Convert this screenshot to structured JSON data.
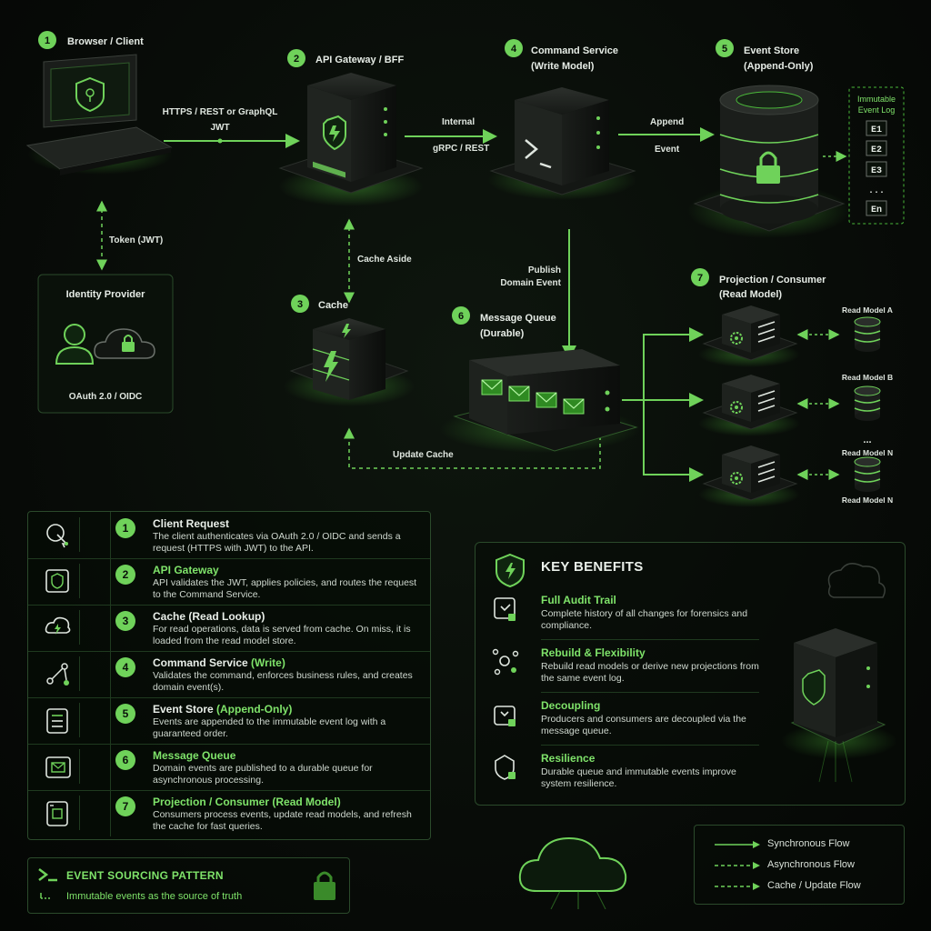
{
  "diagram": {
    "nodes": {
      "browser": {
        "num": "1",
        "title": "Browser / Client"
      },
      "gateway": {
        "num": "2",
        "title": "API Gateway / BFF"
      },
      "identity": {
        "title": "Identity Provider",
        "subtitle": "OAuth 2.0 / OIDC"
      },
      "cache": {
        "num": "3",
        "title": "Cache"
      },
      "command": {
        "num": "4",
        "title": "Command Service",
        "subtitle": "(Write Model)"
      },
      "event_store": {
        "num": "5",
        "title": "Event Store",
        "subtitle": "(Append-Only)"
      },
      "queue": {
        "num": "6",
        "title": "Message Queue",
        "subtitle": "(Durable)"
      },
      "projection": {
        "num": "7",
        "title": "Projection / Consumer",
        "subtitle": "(Read Model)"
      }
    },
    "event_log": {
      "title_line1": "Immutable",
      "title_line2": "Event Log",
      "entries": [
        "E1",
        "E2",
        "E3",
        "...",
        "En"
      ]
    },
    "read_models": [
      "Read Model A",
      "Read Model B",
      "...",
      "Read Model N",
      "Read Model N"
    ],
    "edges": {
      "client_to_gateway_line1": "HTTPS / REST or GraphQL",
      "client_to_gateway_line2": "JWT",
      "token": "Token (JWT)",
      "gateway_to_command_line1": "Internal",
      "gateway_to_command_line2": "gRPC / REST",
      "append_line1": "Append",
      "append_line2": "Event",
      "cache_aside": "Cache Aside",
      "publish_line1": "Publish",
      "publish_line2": "Domain Event",
      "update_cache": "Update Cache"
    }
  },
  "steps": [
    {
      "num": "1",
      "icon": "pointer-icon",
      "title": "Client Request",
      "title_hl": "",
      "desc": "The client authenticates via OAuth 2.0 / OIDC and sends a request (HTTPS with JWT) to the API."
    },
    {
      "num": "2",
      "icon": "gateway-icon",
      "title": "",
      "title_hl": "API Gateway",
      "desc": "API validates the JWT, applies policies, and routes the request to the Command Service."
    },
    {
      "num": "3",
      "icon": "cache-icon",
      "title": "Cache (Read Lookup)",
      "title_hl": "",
      "desc": "For read operations, data is served from cache. On miss, it is loaded from the read model store."
    },
    {
      "num": "4",
      "icon": "command-icon",
      "title": "Command Service",
      "title_hl": " (Write)",
      "desc": "Validates the command, enforces business rules, and creates domain event(s)."
    },
    {
      "num": "5",
      "icon": "event-store-icon",
      "title": "Event Store",
      "title_hl": " (Append-Only)",
      "desc": "Events are appended to the immutable event log with a guaranteed order."
    },
    {
      "num": "6",
      "icon": "queue-icon",
      "title": "",
      "title_hl": "Message Queue",
      "desc": "Domain events are published to a durable queue for asynchronous processing."
    },
    {
      "num": "7",
      "icon": "projection-icon",
      "title": "",
      "title_hl": "Projection / Consumer (Read Model)",
      "desc": "Consumers process events, update read models, and refresh the cache for fast queries."
    }
  ],
  "benefits": {
    "title": "KEY BENEFITS",
    "items": [
      {
        "icon": "audit-icon",
        "title": "Full Audit Trail",
        "desc": "Complete history of all changes for forensics and compliance."
      },
      {
        "icon": "rebuild-icon",
        "title": "Rebuild & Flexibility",
        "desc": "Rebuild read models or derive new projections from the same event log."
      },
      {
        "icon": "decoupling-icon",
        "title": "Decoupling",
        "desc": "Producers and consumers are decoupled via the message queue."
      },
      {
        "icon": "resilience-icon",
        "title": "Resilience",
        "desc": "Durable queue and immutable events improve system resilience."
      }
    ]
  },
  "legend": {
    "items": [
      {
        "style": "solid",
        "label": "Synchronous Flow"
      },
      {
        "style": "dashed",
        "label": "Asynchronous Flow"
      },
      {
        "style": "dashed",
        "label": "Cache / Update Flow"
      }
    ]
  },
  "footer": {
    "title": "EVENT SOURCING PATTERN",
    "subtitle": "Immutable events as the source of truth"
  },
  "colors": {
    "accent": "#6fd25a",
    "background": "#070a07",
    "panel_border": "#2b4a2b"
  }
}
